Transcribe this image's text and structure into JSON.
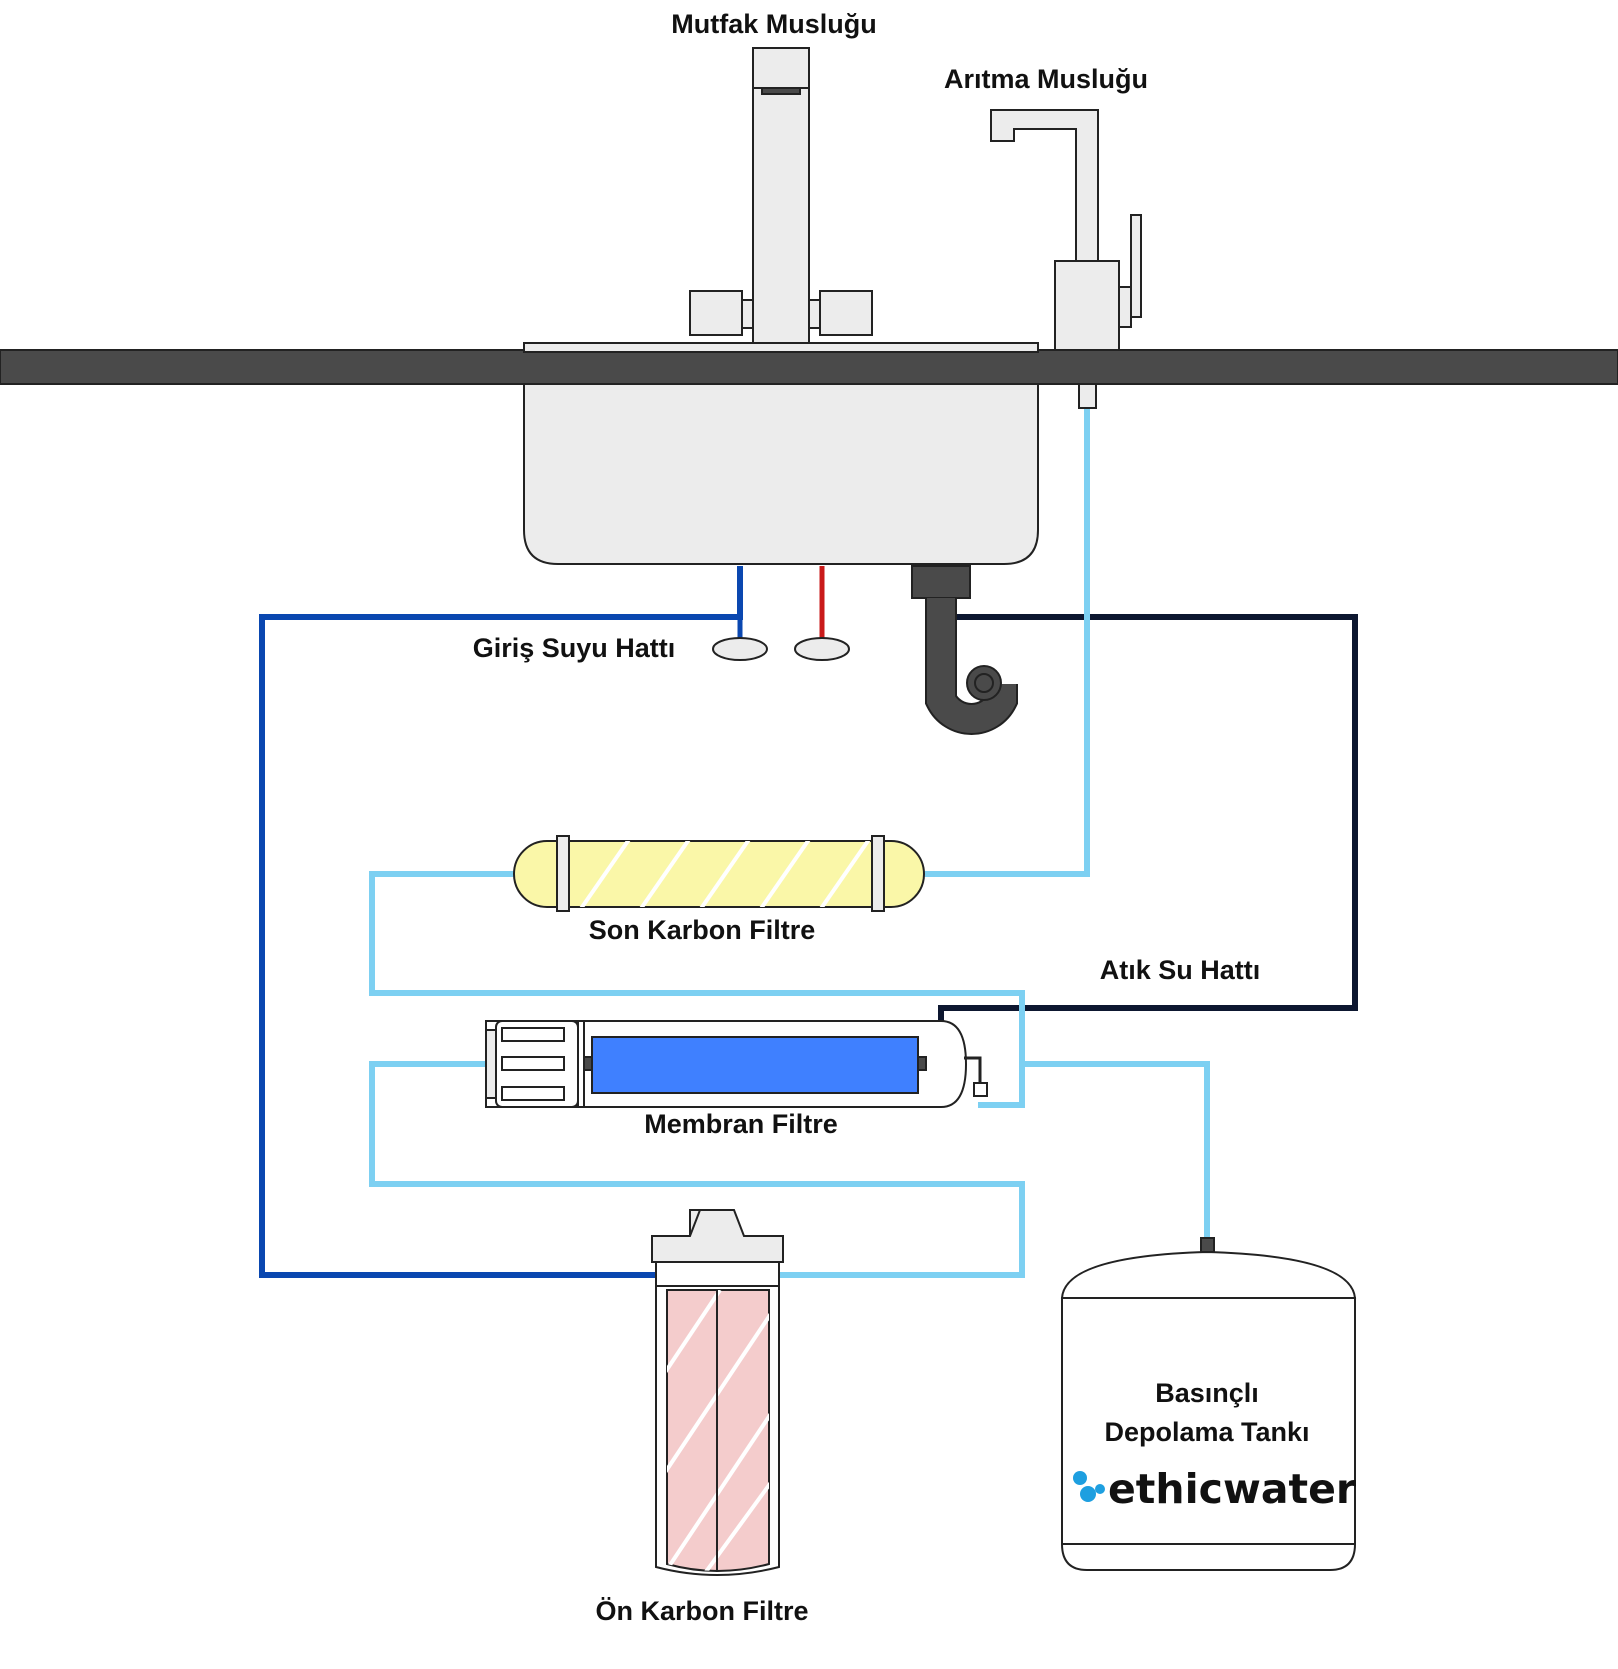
{
  "labels": {
    "kitchen_faucet": "Mutfak Musluğu",
    "purifier_faucet": "Arıtma Musluğu",
    "inlet_line": "Giriş Suyu Hattı",
    "post_carbon_filter": "Son Karbon Filtre",
    "waste_line": "Atık Su Hattı",
    "membrane_filter": "Membran Filtre",
    "pre_carbon_filter": "Ön Karbon Filtre",
    "tank_line1": "Basınçlı",
    "tank_line2": "Depolama Tankı"
  },
  "brand": {
    "name": "ethicwater",
    "logo_color": "#1e9fe0"
  },
  "colors": {
    "inlet_line": "#0a47b0",
    "purified_line": "#7dd0f2",
    "waste_line": "#0d1730",
    "hot_pipe": "#c91a1a",
    "countertop": "#4a4a4a",
    "membrane": "#3f80ff",
    "post_filter": "#faf7a8",
    "pre_filter": "#f4cccc"
  }
}
